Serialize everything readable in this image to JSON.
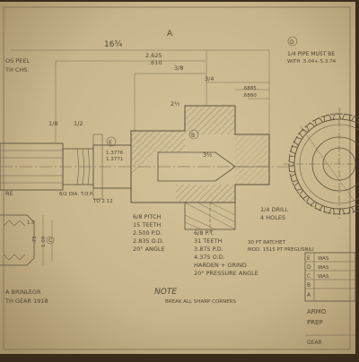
{
  "drawing": {
    "dimension_overall": "16¾",
    "section_mark_a": "A",
    "dim_top_center": "2.625",
    "dim_top_center2": ".610",
    "dim_3_8": "3/8",
    "dim_3_4": "3/4",
    "dim_upper_right": ".6885",
    "dim_upper_right2": ".6880",
    "dim_half": "1/2",
    "dim_3_1_2": "3½",
    "dim_2_1_2": "2½",
    "dim_left_small": "1/8",
    "dim_key": "1.3776",
    "dim_key2": "1.3771",
    "note_top_left_1": "OS PEEL",
    "note_top_left_2": "TH CHS.",
    "circle_mark_e": "E",
    "circle_mark_b": "B",
    "circle_mark_c": "C",
    "circle_mark_d": "D",
    "top_right_note_1": "1/4 PIPE MUST BE",
    "top_right_note_2": "WITH .5.04+.5.3.74",
    "pitch_callout_1": "6/8 PITCH",
    "pitch_callout_2": "15 TEETH",
    "pitch_callout_3": "2.500 P.D.",
    "pitch_callout_4": "2.835 O.D.",
    "pitch_callout_5": "20° ANGLE",
    "gear_callout_1": "6/8 P.T.",
    "gear_callout_2": "31 TEETH",
    "gear_callout_3": "3.875 P.D.",
    "gear_callout_4": "4.375 O.D.",
    "gear_callout_5": "HARDEN + GRIND",
    "gear_callout_6": "20° PRESSURE ANGLE",
    "drill_note_1": "1/4 DRILL",
    "drill_note_2": "4 HOLES",
    "taper_note_1": "30 PT RATCHET",
    "taper_note_2": "MOD. 1515 PT PREGUSNILI",
    "left_label": "6/2 DIA. T.O.P.",
    "left_label2": "TO 2.12",
    "scale_label": "RE",
    "note_title": "NOTE",
    "note_body": "BREAK ALL SHARP CORNERS",
    "bottom_left_1": "A BRINLEGR",
    "bottom_left_2": "TH GEAR 1918",
    "side_dim_1": "1.0",
    "side_dim_2": ".75",
    "side_dim_3": "1.09",
    "revision_letters": [
      "E",
      "D",
      "C",
      "B",
      "A"
    ],
    "revision_texts": [
      "WAS",
      "WAS",
      "WAS",
      "",
      ""
    ],
    "title_block_1": "ARMO",
    "title_block_2": "PREP",
    "title_block_3": "GEAR"
  }
}
